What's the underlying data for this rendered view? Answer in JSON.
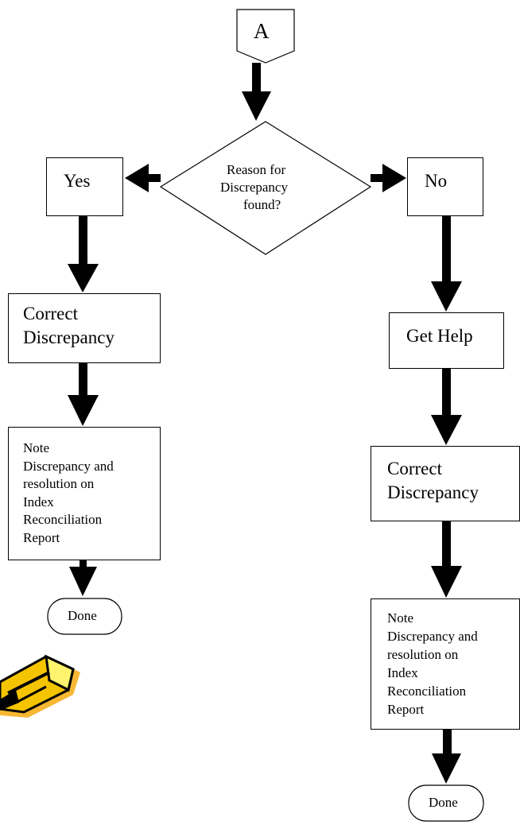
{
  "connector_label": "A",
  "decision": {
    "line1": "Reason for",
    "line2": "Discrepancy",
    "line3": "found?"
  },
  "branch_yes": "Yes",
  "branch_no": "No",
  "left_flow": {
    "correct_line1": "Correct",
    "correct_line2": "Discrepancy",
    "note_text": "Note\nDiscrepancy and\nresolution on\nIndex\nReconciliation\nReport",
    "done_label": "Done"
  },
  "right_flow": {
    "get_help": "Get Help",
    "correct_line1": "Correct",
    "correct_line2": "Discrepancy",
    "note_text": "Note\nDiscrepancy and\nresolution on\nIndex\nReconciliation\nReport",
    "done_label": "Done"
  },
  "colors": {
    "line": "#000000",
    "pencil_body": "#f5c400",
    "pencil_shadow": "#f7b733",
    "pencil_highlight": "#fff36e"
  },
  "icons": {
    "pencil": "pencil-icon"
  }
}
